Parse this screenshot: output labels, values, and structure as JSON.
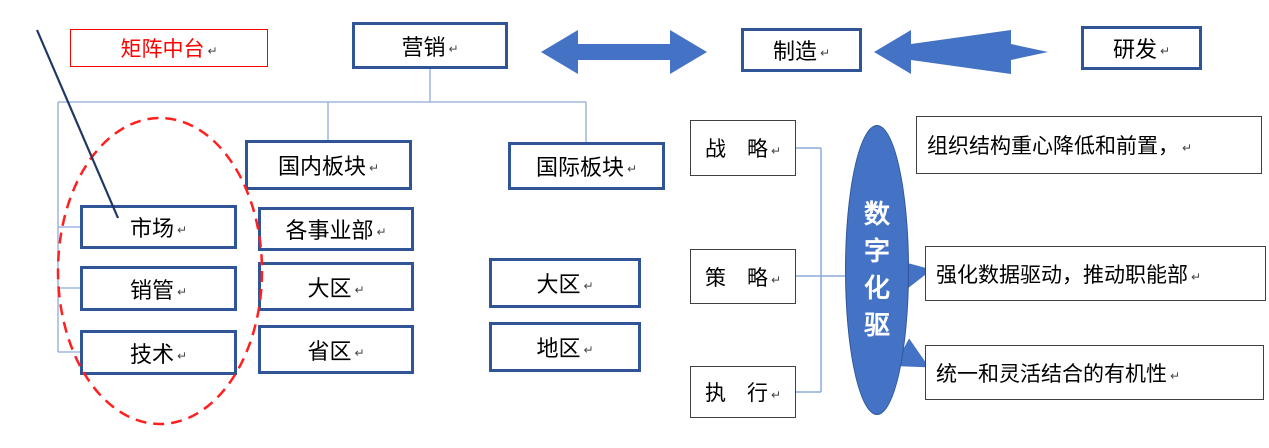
{
  "pilcrow": "↵",
  "colors": {
    "primary_border": "#2F5597",
    "arrow_fill": "#4472C4",
    "ellipse_fill": "#4472C4",
    "accent_red": "#FF0000",
    "connector": "#8EAADB",
    "thin_border": "#404040"
  },
  "callout": {
    "label": "矩阵中台"
  },
  "top_row": {
    "marketing": "营销",
    "manufacturing": "制造",
    "rnd": "研发"
  },
  "matrix_functions": {
    "items": [
      "市场",
      "销管",
      "技术"
    ]
  },
  "domestic": {
    "header": "国内板块",
    "items": [
      "各事业部",
      "大区",
      "省区"
    ]
  },
  "international": {
    "header": "国际板块",
    "items": [
      "大区",
      "地区"
    ]
  },
  "levels": {
    "items": [
      "战　略",
      "策　略",
      "执　行"
    ]
  },
  "driver_ellipse": {
    "chars": [
      "数",
      "字",
      "化",
      "驱"
    ]
  },
  "notes": {
    "items": [
      "组织结构重心降低和前置，",
      "强化数据驱动，推动职能部",
      "统一和灵活结合的有机性"
    ]
  }
}
